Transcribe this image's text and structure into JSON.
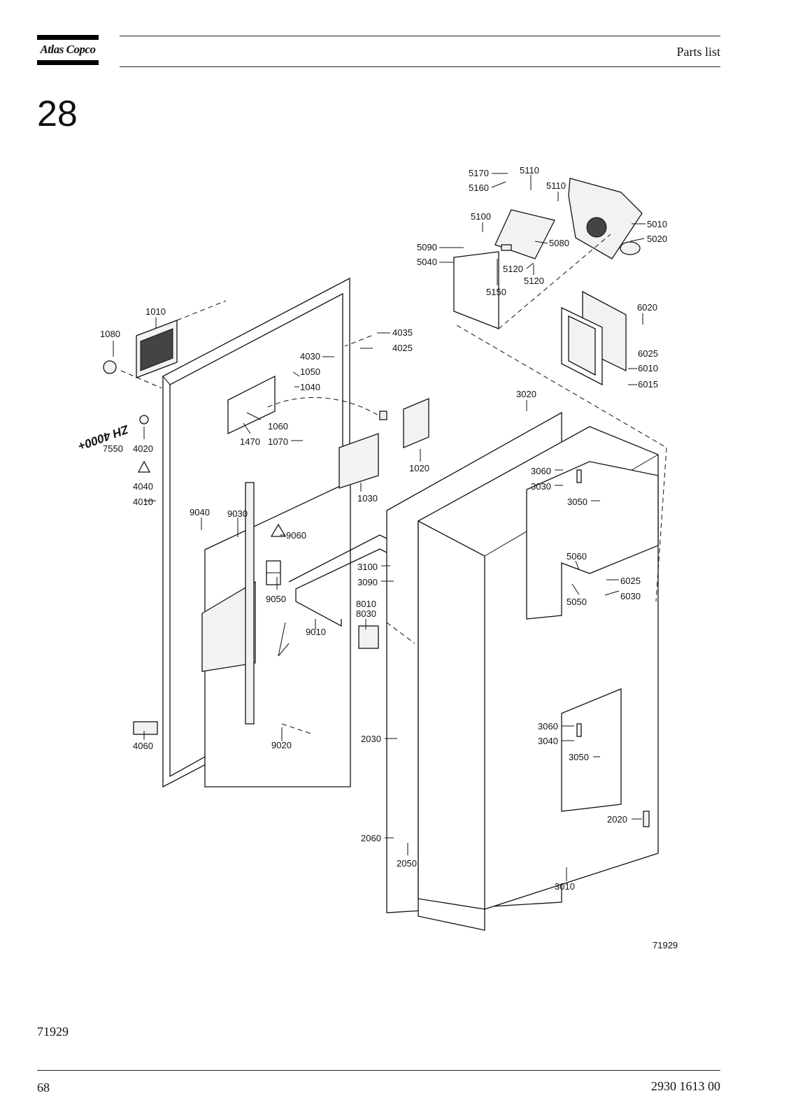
{
  "header": {
    "logo_text": "Atlas Copco",
    "title": "Parts list"
  },
  "section": {
    "number": "28"
  },
  "figure": {
    "drawing_number": "71929",
    "caption": "71929",
    "panel_sticker": "ZH 4000+",
    "callouts": [
      "5170",
      "5110",
      "5160",
      "5110",
      "5100",
      "5010",
      "5090",
      "5020",
      "5080",
      "5040",
      "5120",
      "5120",
      "5150",
      "1010",
      "6020",
      "1080",
      "4035",
      "4025",
      "4030",
      "6025",
      "1050",
      "6010",
      "1040",
      "6015",
      "3020",
      "1060",
      "4020",
      "1470",
      "1070",
      "7550",
      "1020",
      "4040",
      "3060",
      "3030",
      "4010",
      "1030",
      "3050",
      "9040",
      "9030",
      "9060",
      "3100",
      "5060",
      "3090",
      "6025",
      "9050",
      "6030",
      "8010",
      "5050",
      "8030",
      "9010",
      "2030",
      "3060",
      "3040",
      "4060",
      "9020",
      "3050",
      "2020",
      "2060",
      "2050",
      "3010"
    ]
  },
  "footer": {
    "page_number": "68",
    "document_number": "2930 1613 00"
  }
}
